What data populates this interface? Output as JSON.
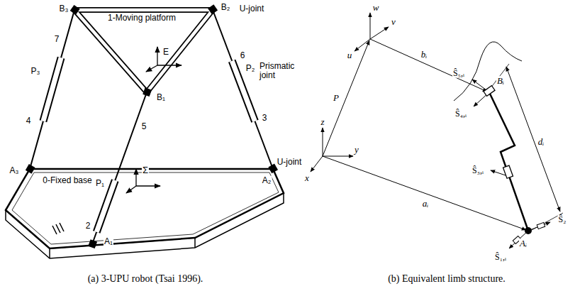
{
  "diagram": {
    "labels": [
      "B₃",
      "1-Moving platform",
      "B₂",
      "U-joint",
      "E",
      "7",
      "6",
      "P₃",
      "P₂",
      "Prismatic joint",
      "3",
      "4",
      "B₁",
      "5",
      "A₃",
      "0-Fixed base",
      "U-joint",
      "A₂",
      "P₁",
      "Σ",
      "2",
      "A₁",
      "w",
      "v",
      "u",
      "bᵢ",
      "Ŝ₅,ᵢ",
      "Bᵢ",
      "Ŝ₄,ᵢ",
      "dᵢ",
      "Ŝ₃,ᵢ",
      "P",
      "z",
      "y",
      "x",
      "aᵢ",
      "Aᵢ",
      "Ŝ₂",
      "Ŝ₁,ᵢ",
      "(a) 3-UPU robot (Tsai 1996).",
      "(b) Equivalent limb structure."
    ]
  }
}
